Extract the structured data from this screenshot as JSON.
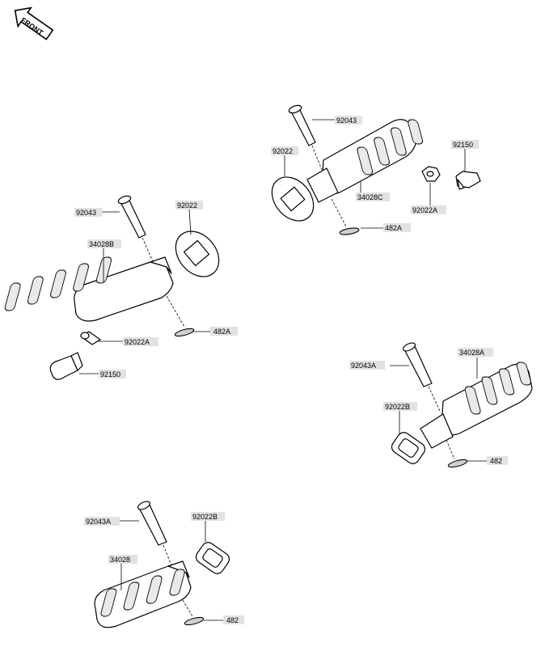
{
  "front_badge": {
    "text": "FRONT",
    "icon": "front-arrow-icon"
  },
  "groups": [
    {
      "id": "rear-left-footpeg",
      "labels": {
        "pin": "92043",
        "washer": "92022",
        "footpeg": "34028B",
        "spacer": "92022A",
        "cotter": "482A",
        "bolt": "92150"
      }
    },
    {
      "id": "rear-right-footpeg",
      "labels": {
        "pin": "92043",
        "washer": "92022",
        "footpeg": "34028C",
        "spacer": "92022A",
        "cotter": "482A",
        "bolt": "92150"
      }
    },
    {
      "id": "front-right-footpeg",
      "labels": {
        "pin": "92043A",
        "footpeg": "34028A",
        "washer": "92022B",
        "cotter": "482"
      }
    },
    {
      "id": "front-left-footpeg",
      "labels": {
        "pin": "92043A",
        "washer": "92022B",
        "footpeg": "34028",
        "cotter": "482"
      }
    }
  ]
}
